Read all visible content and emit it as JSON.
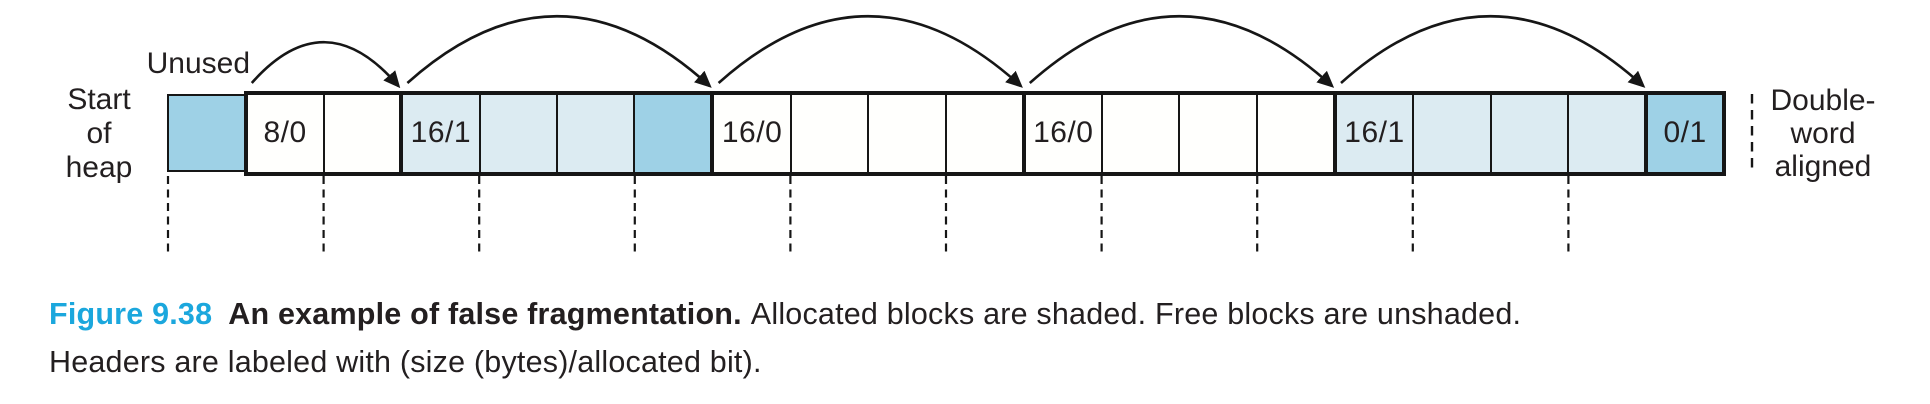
{
  "figure": {
    "caption": {
      "label": "Figure 9.38",
      "label_color": "#1ba7dd",
      "title": "An example of false fragmentation.",
      "line1_rest": "Allocated blocks are shaded. Free blocks are unshaded.",
      "line2": "Headers are labeled with (size (bytes)/allocated bit)."
    }
  },
  "diagram": {
    "unused_label": "Unused",
    "left_label": [
      "Start",
      "of",
      "heap"
    ],
    "right_label": [
      "Double-",
      "word",
      "aligned"
    ],
    "header_format_note": "size (bytes)/allocated bit",
    "colors": {
      "allocated_light": "#dcebf2",
      "allocated_dark": "#9ed1e6",
      "free": "#fffffd",
      "border": "#161616",
      "caption_accent": "#1ba7dd"
    },
    "blocks": [
      {
        "id": "unused",
        "label": "",
        "cells": [
          "dark"
        ],
        "border": "thin"
      },
      {
        "id": "free-block-1",
        "label": "8/0",
        "cells": [
          "free",
          "free"
        ],
        "border": "thick"
      },
      {
        "id": "allocated-block-1",
        "label": "16/1",
        "cells": [
          "light",
          "light",
          "light",
          "dark"
        ],
        "border": "thick"
      },
      {
        "id": "free-block-2",
        "label": "16/0",
        "cells": [
          "free",
          "free",
          "free",
          "free"
        ],
        "border": "thick"
      },
      {
        "id": "free-block-3",
        "label": "16/0",
        "cells": [
          "free",
          "free",
          "free",
          "free"
        ],
        "border": "thick"
      },
      {
        "id": "allocated-block-2",
        "label": "16/1",
        "cells": [
          "light",
          "light",
          "light",
          "light"
        ],
        "border": "thick"
      },
      {
        "id": "epilogue-block",
        "label": "0/1",
        "cells": [
          "dark"
        ],
        "border": "thick"
      }
    ],
    "arrows": [
      {
        "from": 1,
        "to": 2
      },
      {
        "from": 2,
        "to": 3
      },
      {
        "from": 3,
        "to": 4
      },
      {
        "from": 4,
        "to": 5
      },
      {
        "from": 5,
        "to": 6
      }
    ]
  }
}
